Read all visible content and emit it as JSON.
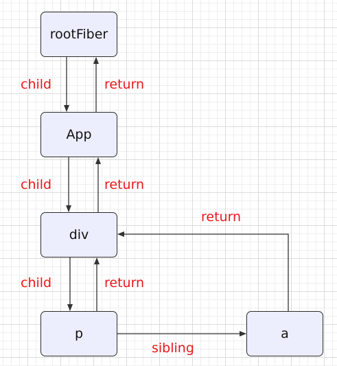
{
  "nodes": {
    "rootfiber": "rootFiber",
    "app": "App",
    "div": "div",
    "p": "p",
    "a": "a"
  },
  "edges": {
    "child": "child",
    "return": "return",
    "sibling": "sibling"
  },
  "colors": {
    "node_fill": "#eceefe",
    "node_border": "#2b2b2b",
    "edge_label": "#e8171b",
    "edge_line": "#333333",
    "grid": "#dcdcdc"
  }
}
